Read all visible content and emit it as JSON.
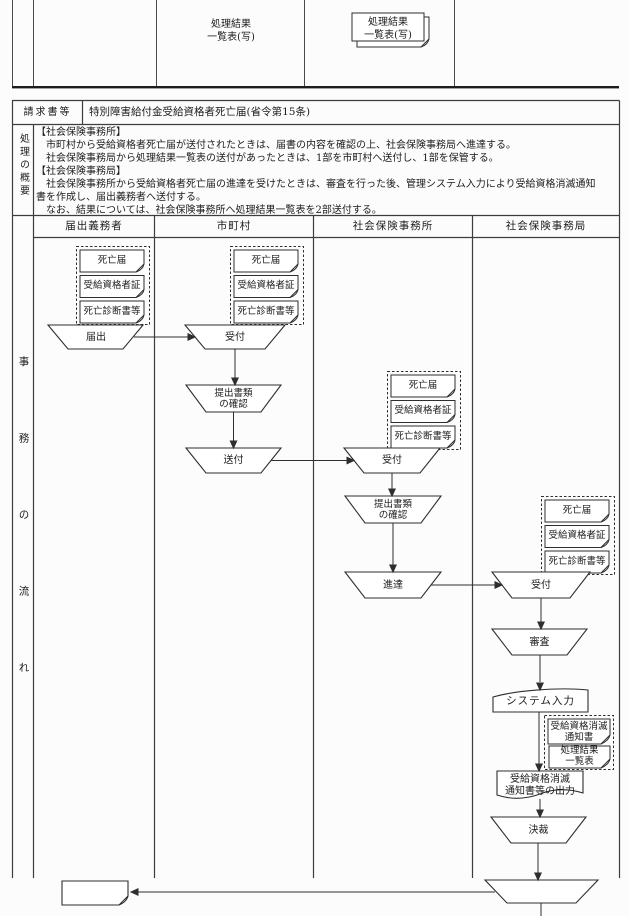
{
  "top": {
    "copy_text": "処理結果\n一覧表(写)",
    "copy_doc": "処理結果\n一覧表(写)"
  },
  "request": {
    "label": "請求書等",
    "value": "特別障害給付金受給資格者死亡届(省令第15条)"
  },
  "summary": {
    "label": "処理の概要",
    "lines": [
      "【社会保険事務所】",
      "　市町村から受給資格者死亡届が送付されたときは、届書の内容を確認の上、社会保険事務局へ進達する。",
      "　社会保険事務局から処理結果一覧表の送付があったときは、1部を市町村へ送付し、1部を保管する。",
      "【社会保険事務局】",
      "　社会保険事務所から受給資格者死亡届の進達を受けたときは、審査を行った後、管理システム入力により受給資格消滅通知",
      "書を作成し、届出義務者へ送付する。",
      "　なお、結果については、社会保険事務所へ処理結果一覧表を2部送付する。"
    ]
  },
  "flow": {
    "label": "事務の流れ",
    "lanes": [
      "届出義務者",
      "市町村",
      "社会保険事務所",
      "社会保険事務局"
    ],
    "docs": {
      "death_notice": "死亡届",
      "beneficiary_cert": "受給資格者証",
      "death_certificate": "死亡診断書等"
    },
    "steps": {
      "notify": "届出",
      "receive_city": "受付",
      "check_city": "提出書類\nの確認",
      "send": "送付",
      "receive_office": "受付",
      "check_office": "提出書類\nの確認",
      "forward": "進達",
      "receive_bureau": "受付",
      "examine": "審査",
      "system_input": "システム入力",
      "output": "受給資格消滅\n通知書等の出力",
      "approve": "決裁"
    },
    "out_docs": {
      "notice": "受給資格消滅\n通知書",
      "result_list": "処理結果\n一覧表"
    }
  }
}
